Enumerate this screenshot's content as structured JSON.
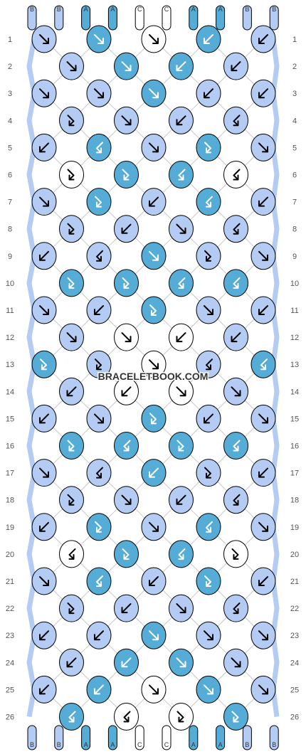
{
  "watermark": "BRACELETBOOK.COM",
  "colors": {
    "A": "#55acd6",
    "B": "#b4cbf4",
    "C": "#ffffff",
    "outline": "#000000"
  },
  "strands_top": [
    "B",
    "B",
    "A",
    "A",
    "C",
    "C",
    "A",
    "A",
    "B",
    "B"
  ],
  "strands_bottom": [
    "B",
    "B",
    "A",
    "A",
    "C",
    "C",
    "A",
    "A",
    "B",
    "B"
  ],
  "rows": [
    {
      "label": "1",
      "knots": [
        {
          "c": "B",
          "d": "f"
        },
        {
          "c": "A",
          "d": "f"
        },
        {
          "c": "C",
          "d": "f"
        },
        {
          "c": "A",
          "d": "b"
        },
        {
          "c": "B",
          "d": "b"
        }
      ]
    },
    {
      "label": "2",
      "knots": [
        {
          "c": "B",
          "d": "f"
        },
        {
          "c": "A",
          "d": "f"
        },
        {
          "c": "A",
          "d": "b"
        },
        {
          "c": "B",
          "d": "b"
        }
      ]
    },
    {
      "label": "3",
      "knots": [
        {
          "c": "B",
          "d": "f"
        },
        {
          "c": "B",
          "d": "f"
        },
        {
          "c": "A",
          "d": "f"
        },
        {
          "c": "B",
          "d": "b"
        },
        {
          "c": "B",
          "d": "b"
        }
      ]
    },
    {
      "label": "4",
      "knots": [
        {
          "c": "B",
          "d": "fb"
        },
        {
          "c": "B",
          "d": "f"
        },
        {
          "c": "B",
          "d": "b"
        },
        {
          "c": "B",
          "d": "bf"
        }
      ]
    },
    {
      "label": "5",
      "knots": [
        {
          "c": "B",
          "d": "b"
        },
        {
          "c": "A",
          "d": "bf"
        },
        {
          "c": "B",
          "d": "f"
        },
        {
          "c": "A",
          "d": "fb"
        },
        {
          "c": "B",
          "d": "f"
        }
      ]
    },
    {
      "label": "6",
      "knots": [
        {
          "c": "C",
          "d": "fb"
        },
        {
          "c": "A",
          "d": "fb"
        },
        {
          "c": "A",
          "d": "bf"
        },
        {
          "c": "C",
          "d": "bf"
        }
      ]
    },
    {
      "label": "7",
      "knots": [
        {
          "c": "B",
          "d": "f"
        },
        {
          "c": "A",
          "d": "fb"
        },
        {
          "c": "B",
          "d": "b"
        },
        {
          "c": "A",
          "d": "bf"
        },
        {
          "c": "B",
          "d": "b"
        }
      ]
    },
    {
      "label": "8",
      "knots": [
        {
          "c": "B",
          "d": "fb"
        },
        {
          "c": "B",
          "d": "b"
        },
        {
          "c": "B",
          "d": "f"
        },
        {
          "c": "B",
          "d": "bf"
        }
      ]
    },
    {
      "label": "9",
      "knots": [
        {
          "c": "B",
          "d": "b"
        },
        {
          "c": "B",
          "d": "bf"
        },
        {
          "c": "A",
          "d": "f"
        },
        {
          "c": "B",
          "d": "fb"
        },
        {
          "c": "B",
          "d": "f"
        }
      ]
    },
    {
      "label": "10",
      "knots": [
        {
          "c": "A",
          "d": "fb"
        },
        {
          "c": "A",
          "d": "fb"
        },
        {
          "c": "A",
          "d": "bf"
        },
        {
          "c": "A",
          "d": "bf"
        }
      ]
    },
    {
      "label": "11",
      "knots": [
        {
          "c": "B",
          "d": "f"
        },
        {
          "c": "B",
          "d": "b"
        },
        {
          "c": "A",
          "d": "fb"
        },
        {
          "c": "B",
          "d": "f"
        },
        {
          "c": "B",
          "d": "b"
        }
      ]
    },
    {
      "label": "12",
      "knots": [
        {
          "c": "B",
          "d": "f"
        },
        {
          "c": "C",
          "d": "f"
        },
        {
          "c": "C",
          "d": "b"
        },
        {
          "c": "B",
          "d": "b"
        }
      ]
    },
    {
      "label": "13",
      "knots": [
        {
          "c": "A",
          "d": "fb"
        },
        {
          "c": "B",
          "d": "fb"
        },
        {
          "c": "C",
          "d": "f"
        },
        {
          "c": "B",
          "d": "bf"
        },
        {
          "c": "A",
          "d": "bf"
        }
      ]
    },
    {
      "label": "14",
      "knots": [
        {
          "c": "B",
          "d": "b"
        },
        {
          "c": "C",
          "d": "b"
        },
        {
          "c": "C",
          "d": "f"
        },
        {
          "c": "B",
          "d": "f"
        }
      ]
    },
    {
      "label": "15",
      "knots": [
        {
          "c": "B",
          "d": "b"
        },
        {
          "c": "B",
          "d": "f"
        },
        {
          "c": "A",
          "d": "fb"
        },
        {
          "c": "B",
          "d": "b"
        },
        {
          "c": "B",
          "d": "f"
        }
      ]
    },
    {
      "label": "16",
      "knots": [
        {
          "c": "A",
          "d": "fb"
        },
        {
          "c": "A",
          "d": "bf"
        },
        {
          "c": "A",
          "d": "fb"
        },
        {
          "c": "A",
          "d": "bf"
        }
      ]
    },
    {
      "label": "17",
      "knots": [
        {
          "c": "B",
          "d": "f"
        },
        {
          "c": "B",
          "d": "bf"
        },
        {
          "c": "A",
          "d": "b"
        },
        {
          "c": "B",
          "d": "fb"
        },
        {
          "c": "B",
          "d": "b"
        }
      ]
    },
    {
      "label": "18",
      "knots": [
        {
          "c": "B",
          "d": "fb"
        },
        {
          "c": "B",
          "d": "f"
        },
        {
          "c": "B",
          "d": "b"
        },
        {
          "c": "B",
          "d": "bf"
        }
      ]
    },
    {
      "label": "19",
      "knots": [
        {
          "c": "B",
          "d": "b"
        },
        {
          "c": "A",
          "d": "fb"
        },
        {
          "c": "B",
          "d": "f"
        },
        {
          "c": "A",
          "d": "bf"
        },
        {
          "c": "B",
          "d": "f"
        }
      ]
    },
    {
      "label": "20",
      "knots": [
        {
          "c": "C",
          "d": "bf"
        },
        {
          "c": "A",
          "d": "fb"
        },
        {
          "c": "A",
          "d": "bf"
        },
        {
          "c": "C",
          "d": "fb"
        }
      ]
    },
    {
      "label": "21",
      "knots": [
        {
          "c": "B",
          "d": "f"
        },
        {
          "c": "A",
          "d": "bf"
        },
        {
          "c": "B",
          "d": "b"
        },
        {
          "c": "A",
          "d": "fb"
        },
        {
          "c": "B",
          "d": "b"
        }
      ]
    },
    {
      "label": "22",
      "knots": [
        {
          "c": "B",
          "d": "fb"
        },
        {
          "c": "B",
          "d": "b"
        },
        {
          "c": "B",
          "d": "f"
        },
        {
          "c": "B",
          "d": "bf"
        }
      ]
    },
    {
      "label": "23",
      "knots": [
        {
          "c": "B",
          "d": "b"
        },
        {
          "c": "B",
          "d": "b"
        },
        {
          "c": "A",
          "d": "f"
        },
        {
          "c": "B",
          "d": "f"
        },
        {
          "c": "B",
          "d": "f"
        }
      ]
    },
    {
      "label": "24",
      "knots": [
        {
          "c": "B",
          "d": "b"
        },
        {
          "c": "A",
          "d": "b"
        },
        {
          "c": "A",
          "d": "f"
        },
        {
          "c": "B",
          "d": "f"
        }
      ]
    },
    {
      "label": "25",
      "knots": [
        {
          "c": "B",
          "d": "b"
        },
        {
          "c": "A",
          "d": "b"
        },
        {
          "c": "C",
          "d": "f"
        },
        {
          "c": "A",
          "d": "f"
        },
        {
          "c": "B",
          "d": "f"
        }
      ]
    },
    {
      "label": "26",
      "knots": [
        {
          "c": "A",
          "d": "bf"
        },
        {
          "c": "C",
          "d": "bf"
        },
        {
          "c": "C",
          "d": "fb"
        },
        {
          "c": "A",
          "d": "fb"
        }
      ]
    }
  ]
}
